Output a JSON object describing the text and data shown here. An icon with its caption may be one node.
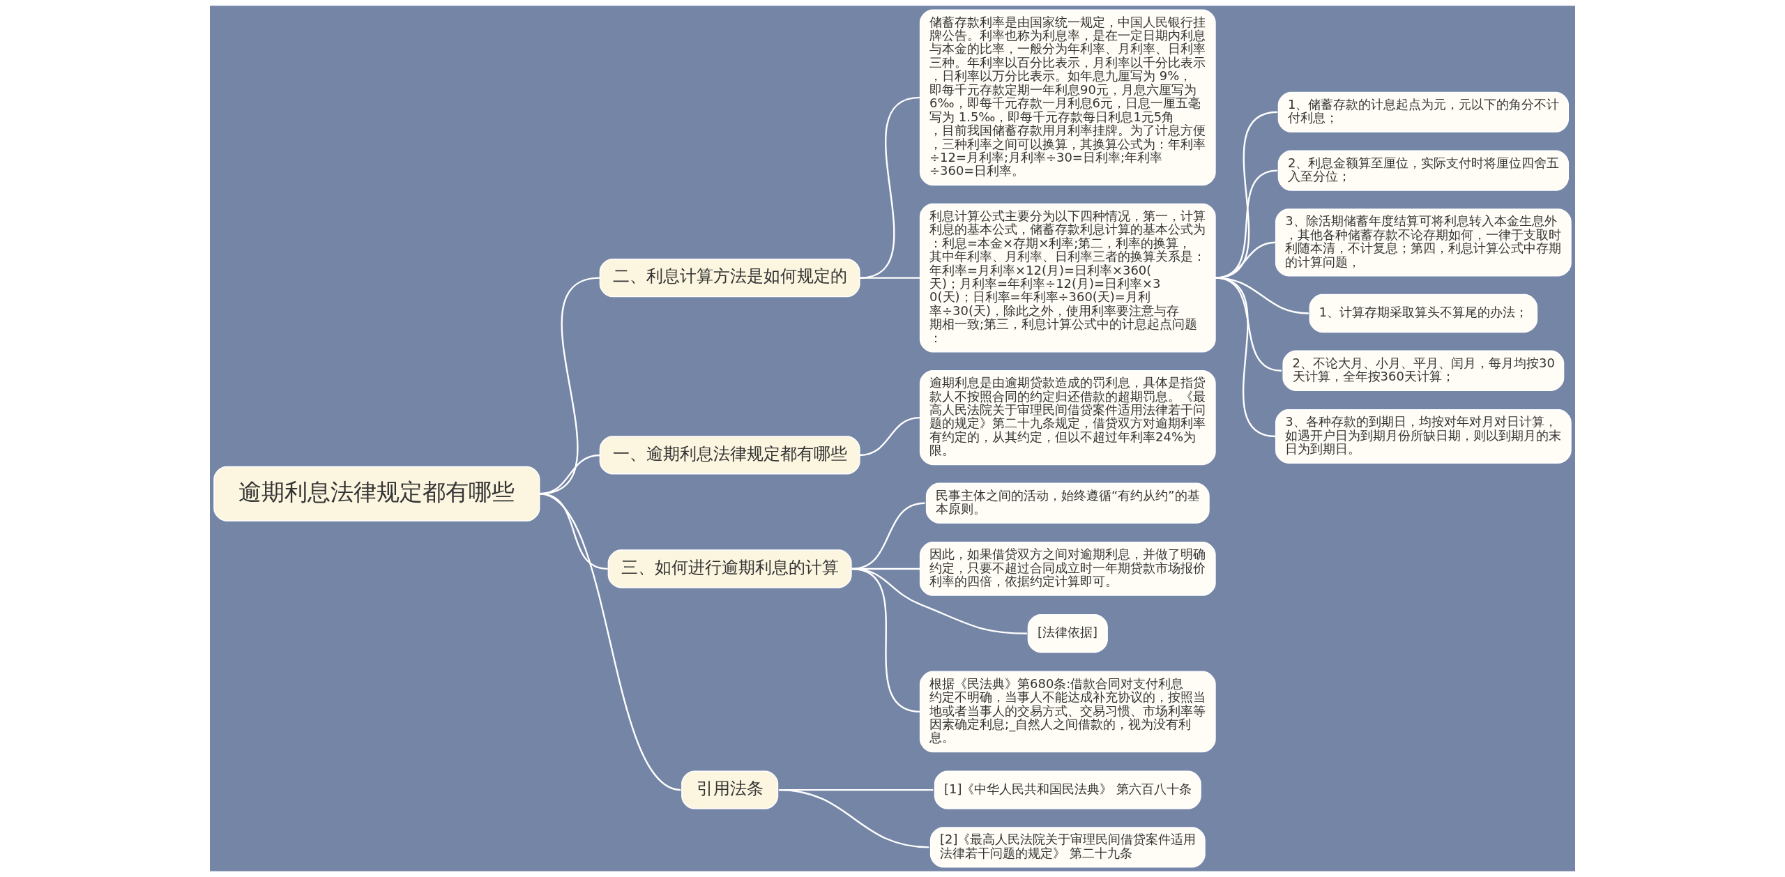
{
  "diagram": {
    "nodes": [
      {
        "text": [
          "逾期利息法律规定都有哪些"
        ]
      },
      {
        "text": [
          "二、利息计算方法是如何规定的"
        ]
      },
      {
        "text": [
          "储蓄存款利率是由国家统一规定，中国人民银行挂牌公告。利率也称为利息率，是在一定日期内利息与本金的比率，一般分为年利率、月利率、日利率三种。年利率以百分比表示，月利率以千分比表示，日利率以万分比表示。如年息九厘写为 9%，即每千元存款定期一年利息90元，月息六厘写为6‰，即每千元存款一月利息6元，日息一厘五毫写为 1.5‰，即每千元存款每日利息1元5角，目前我国储蓄存款用月利率挂牌。为了计息方便，三种利率之间可以换算，其换算公式为：年利率÷12=月利率;月利率÷30=日利率;年利率÷360=日利率。"
        ]
      },
      {
        "text": [
          "利息计算公式主要分为以下四种情况，第一，计算利息的基本公式，储蓄存款利息计算的基本公式为：利息=本金×存期×利率;第二，利率的换算，其中年利率、月利率、日利率三者的换算关系是：年利率=月利率×12(月)=日利率×360(天)；月利率=年利率÷12(月)=日利率×30(天)；日利率=年利率÷360(天)=月利率÷30(天)，除此之外，使用利率要注意与存期相一致;第三，利息计算公式中的计息起点问题："
        ]
      },
      {
        "text": [
          "1、储蓄存款的计息起点为元，元以下的角分不计付利息；"
        ]
      },
      {
        "text": [
          "2、利息金额算至厘位，实际支付时将厘位四舍五入至分位；"
        ]
      },
      {
        "text": [
          "3、除活期储蓄年度结算可将利息转入本金生息外，其他各种储蓄存款不论存期如何，一律于支取时利随本清，不计复息；第四，利息计算公式中存期的计算问题，"
        ]
      },
      {
        "text": [
          "1、计算存期采取算头不算尾的办法；"
        ]
      },
      {
        "text": [
          "2、不论大月、小月、平月、闰月，每月均按30天计算，全年按360天计算；"
        ]
      },
      {
        "text": [
          "3、各种存款的到期日，均按对年对月对日计算，如遇开户日为到期月份所缺日期，则以到期月的末日为到期日。"
        ]
      },
      {
        "text": [
          "一、逾期利息法律规定都有哪些"
        ]
      },
      {
        "text": [
          "逾期利息是由逾期贷款造成的罚利息，具体是指贷款人不按照合同的约定归还借款的超期罚息。《最高人民法院关于审理民间借贷案件适用法律若干问题的规定》第二十九条规定，借贷双方对逾期利率有约定的，从其约定，但以不超过年利率24%为限。"
        ]
      },
      {
        "text": [
          "三、如何进行逾期利息的计算"
        ]
      },
      {
        "text": [
          "民事主体之间的活动，始终遵循“有约从约”的基本原则。"
        ]
      },
      {
        "text": [
          "因此，如果借贷双方之间对逾期利息，并做了明确约定，只要不超过合同成立时一年期贷款市场报价利率的四倍，依据约定计算即可。"
        ]
      },
      {
        "text": [
          "[法律依据]"
        ]
      },
      {
        "text": [
          "根据《民法典》第680条:借款合同对支付利息约定不明确，当事人不能达成补充协议的，按照当地或者当事人的交易方式、交易习惯、市场利率等因素确定利息;_自然人之间借款的，视为没有利息。"
        ]
      },
      {
        "text": [
          "引用法条"
        ]
      },
      {
        "text": [
          "[1]《中华人民共和国民法典》 第六百八十条"
        ]
      },
      {
        "text": [
          "[2]《最高人民法院关于审理民间借贷案件适用法律若干问题的规定》 第二十九条"
        ]
      }
    ],
    "edges": [
      {
        "from": 0,
        "to": 1,
        "arrow": "none"
      },
      {
        "from": 1,
        "to": 2,
        "arrow": "none"
      },
      {
        "from": 1,
        "to": 3,
        "arrow": "none"
      },
      {
        "from": 3,
        "to": 4,
        "arrow": "none"
      },
      {
        "from": 3,
        "to": 5,
        "arrow": "none"
      },
      {
        "from": 3,
        "to": 6,
        "arrow": "none"
      },
      {
        "from": 3,
        "to": 7,
        "arrow": "none"
      },
      {
        "from": 3,
        "to": 8,
        "arrow": "none"
      },
      {
        "from": 3,
        "to": 9,
        "arrow": "none"
      },
      {
        "from": 0,
        "to": 10,
        "arrow": "none"
      },
      {
        "from": 10,
        "to": 11,
        "arrow": "none"
      },
      {
        "from": 0,
        "to": 12,
        "arrow": "none"
      },
      {
        "from": 12,
        "to": 13,
        "arrow": "none"
      },
      {
        "from": 12,
        "to": 14,
        "arrow": "none"
      },
      {
        "from": 12,
        "to": 15,
        "arrow": "none"
      },
      {
        "from": 12,
        "to": 16,
        "arrow": "none"
      },
      {
        "from": 0,
        "to": 17,
        "arrow": "none"
      },
      {
        "from": 17,
        "to": 18,
        "arrow": "none"
      },
      {
        "from": 17,
        "to": 19,
        "arrow": "none"
      }
    ]
  }
}
